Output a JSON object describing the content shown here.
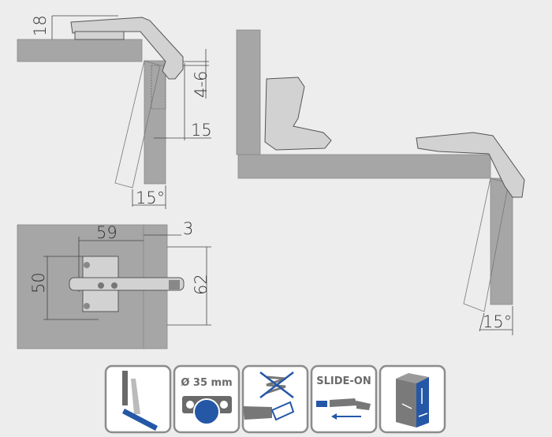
{
  "side_view_closed": {
    "dim_thickness": "18",
    "dim_overlay": "4-6",
    "dim_offset": "15",
    "dim_angle": "15°"
  },
  "side_view_open": {
    "dim_angle": "15°"
  },
  "plate_view": {
    "dim_width": "59",
    "dim_gap": "3",
    "dim_height": "50",
    "dim_height2": "62"
  },
  "feature_icons": [
    {
      "icon": "inset-angle-icon"
    },
    {
      "icon": "cup-diameter-icon",
      "label": "Ø 35 mm"
    },
    {
      "icon": "no-spring-icon"
    },
    {
      "icon": "slide-on-icon",
      "label": "SLIDE-ON"
    },
    {
      "icon": "3d-adjustment-icon"
    }
  ],
  "colors": {
    "accent": "#2557a7",
    "panel": "#a6a6a6",
    "icon_gray": "#6a6a6a"
  }
}
